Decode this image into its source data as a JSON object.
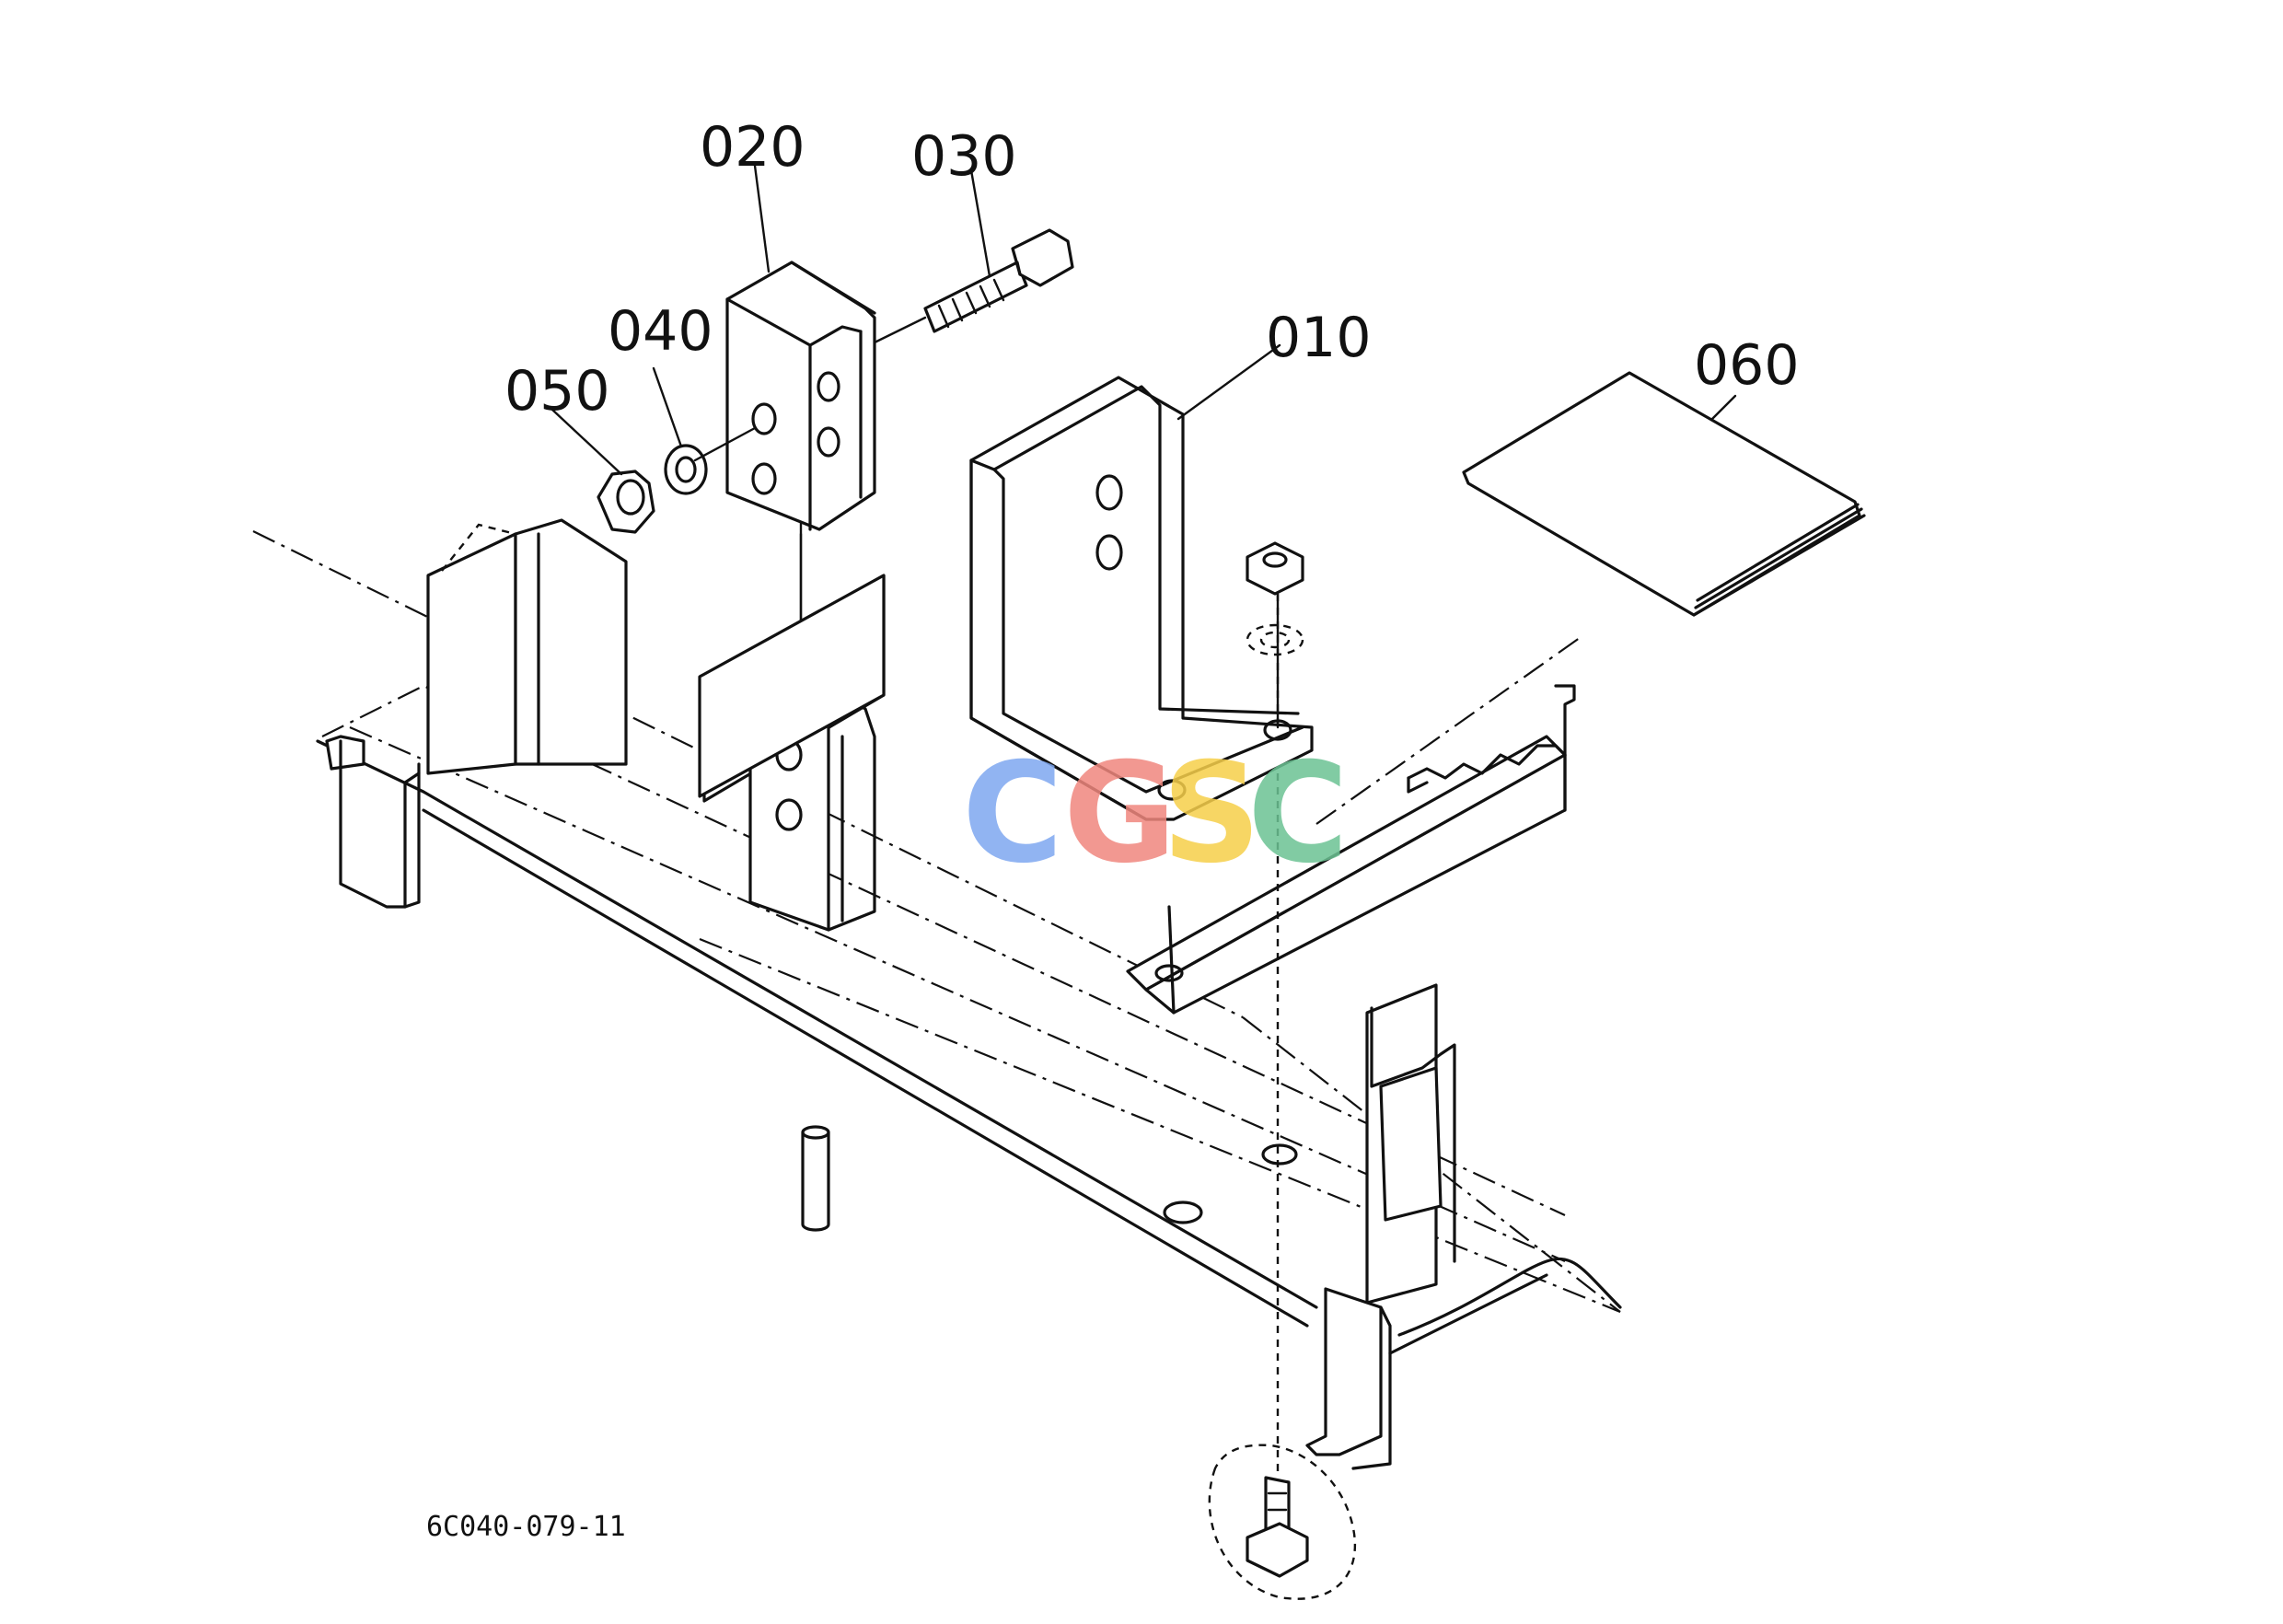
{
  "callouts": {
    "p010": "010",
    "p020": "020",
    "p030": "030",
    "p040": "040",
    "p050": "050",
    "p060": "060"
  },
  "drawing_code": "6C040-079-11",
  "watermark": {
    "letters": [
      "C",
      "G",
      "S",
      "C"
    ],
    "colors": [
      "#7ea7f0",
      "#f0877e",
      "#f6cf4a",
      "#6cc394"
    ]
  }
}
